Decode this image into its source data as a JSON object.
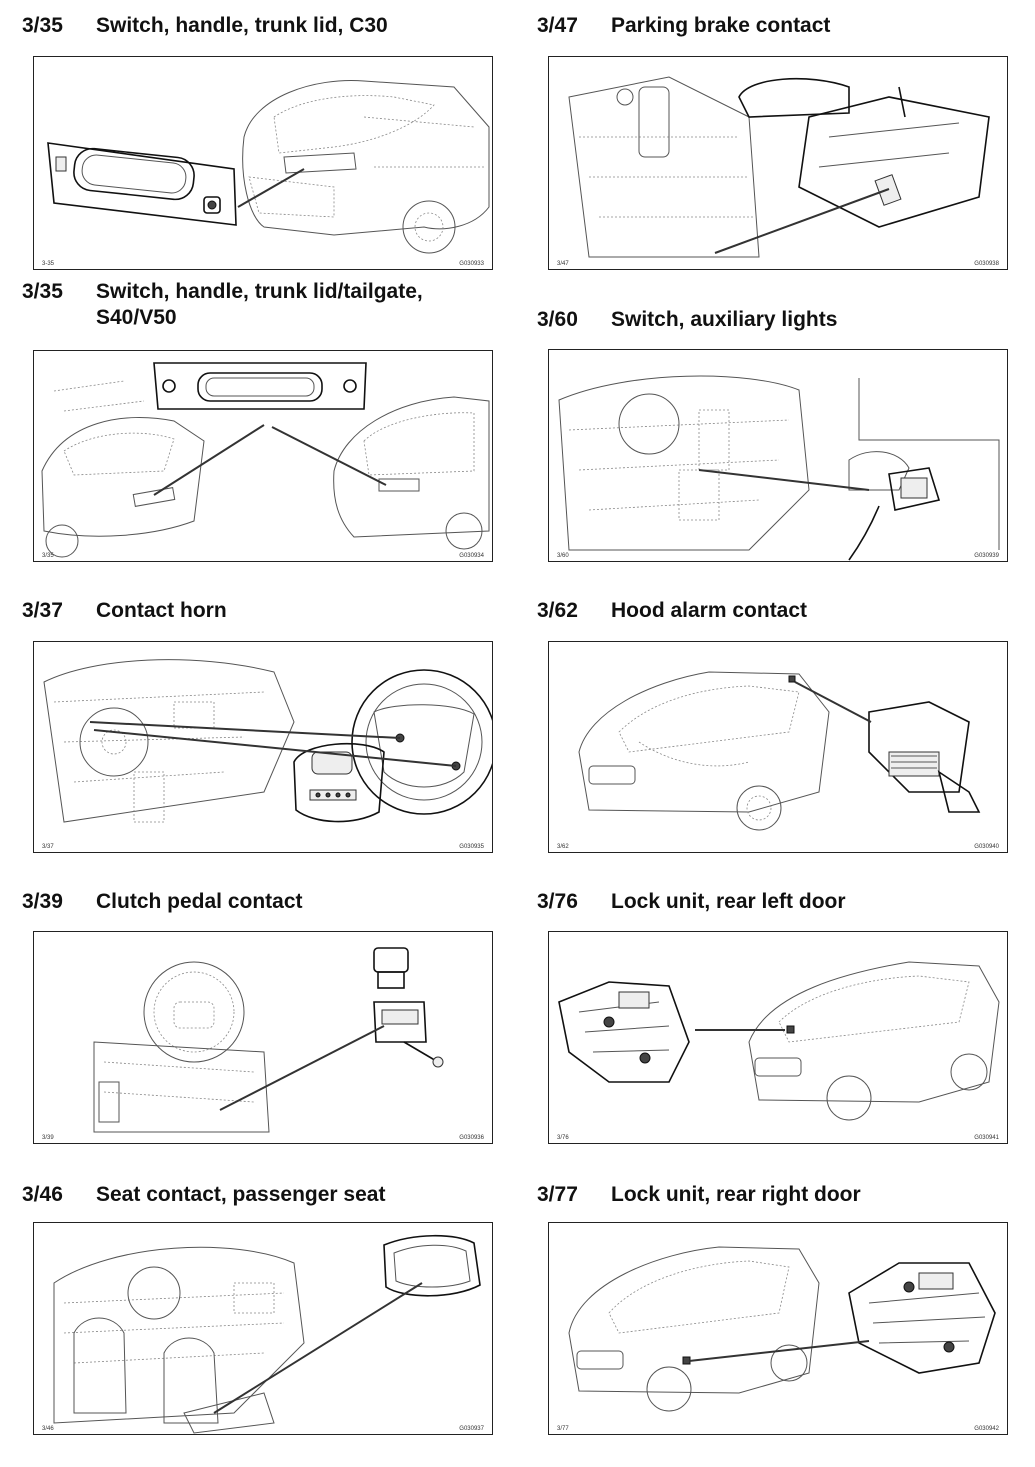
{
  "entries": [
    {
      "code": "3/35",
      "title": "Switch, handle, trunk lid, C30",
      "title2": "",
      "caption_left": "3-35",
      "caption_right": "G030933"
    },
    {
      "code": "3/35",
      "title": "Switch, handle, trunk lid/tailgate,",
      "title2": "S40/V50",
      "caption_left": "3/35",
      "caption_right": "G030934"
    },
    {
      "code": "3/37",
      "title": "Contact horn",
      "title2": "",
      "caption_left": "3/37",
      "caption_right": "G030935"
    },
    {
      "code": "3/39",
      "title": "Clutch pedal contact",
      "title2": "",
      "caption_left": "3/39",
      "caption_right": "G030936"
    },
    {
      "code": "3/46",
      "title": "Seat contact, passenger seat",
      "title2": "",
      "caption_left": "3/46",
      "caption_right": "G030937"
    },
    {
      "code": "3/47",
      "title": "Parking brake contact",
      "title2": "",
      "caption_left": "3/47",
      "caption_right": "G030938"
    },
    {
      "code": "3/60",
      "title": "Switch, auxiliary lights",
      "title2": "",
      "caption_left": "3/60",
      "caption_right": "G030939"
    },
    {
      "code": "3/62",
      "title": "Hood alarm contact",
      "title2": "",
      "caption_left": "3/62",
      "caption_right": "G030940"
    },
    {
      "code": "3/76",
      "title": "Lock unit, rear left door",
      "title2": "",
      "caption_left": "3/76",
      "caption_right": "G030941"
    },
    {
      "code": "3/77",
      "title": "Lock unit, rear right door",
      "title2": "",
      "caption_left": "3/77",
      "caption_right": "G030942"
    }
  ]
}
